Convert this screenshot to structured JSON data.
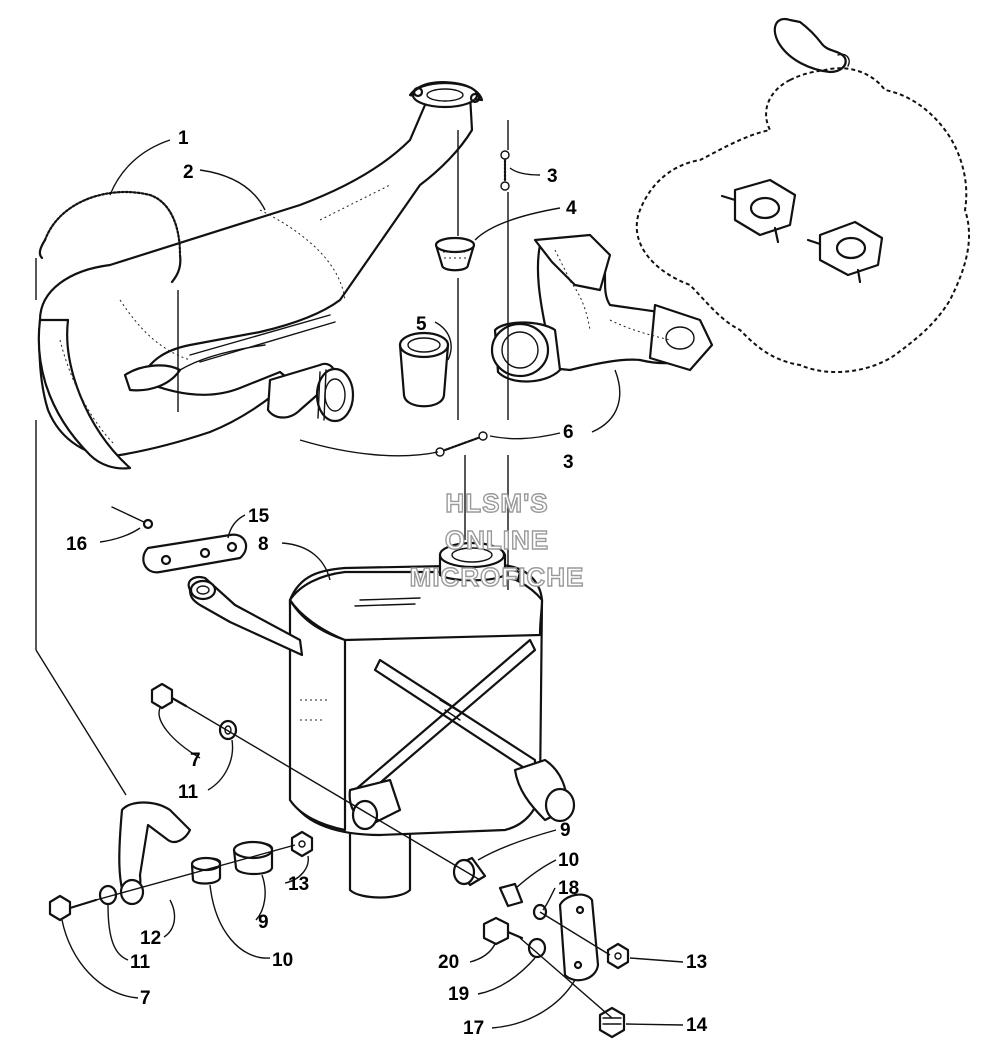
{
  "watermark": {
    "line1": "HLSM'S",
    "line2": "ONLINE",
    "line3": "MICROFICHE"
  },
  "callouts": [
    {
      "id": "c1",
      "text": "1"
    },
    {
      "id": "c2",
      "text": "2"
    },
    {
      "id": "c3a",
      "text": "3"
    },
    {
      "id": "c4",
      "text": "4"
    },
    {
      "id": "c5",
      "text": "5"
    },
    {
      "id": "c6",
      "text": "6"
    },
    {
      "id": "c3b",
      "text": "3"
    },
    {
      "id": "c16",
      "text": "16"
    },
    {
      "id": "c15",
      "text": "15"
    },
    {
      "id": "c8",
      "text": "8"
    },
    {
      "id": "c7a",
      "text": "7"
    },
    {
      "id": "c11a",
      "text": "11"
    },
    {
      "id": "c9a",
      "text": "9"
    },
    {
      "id": "c10a",
      "text": "10"
    },
    {
      "id": "c18",
      "text": "18"
    },
    {
      "id": "c13a",
      "text": "13"
    },
    {
      "id": "c12",
      "text": "12"
    },
    {
      "id": "c9b",
      "text": "9"
    },
    {
      "id": "c11b",
      "text": "11"
    },
    {
      "id": "c10b",
      "text": "10"
    },
    {
      "id": "c7b",
      "text": "7"
    },
    {
      "id": "c20",
      "text": "20"
    },
    {
      "id": "c19",
      "text": "19"
    },
    {
      "id": "c17",
      "text": "17"
    },
    {
      "id": "c13b",
      "text": "13"
    },
    {
      "id": "c14",
      "text": "14"
    }
  ]
}
